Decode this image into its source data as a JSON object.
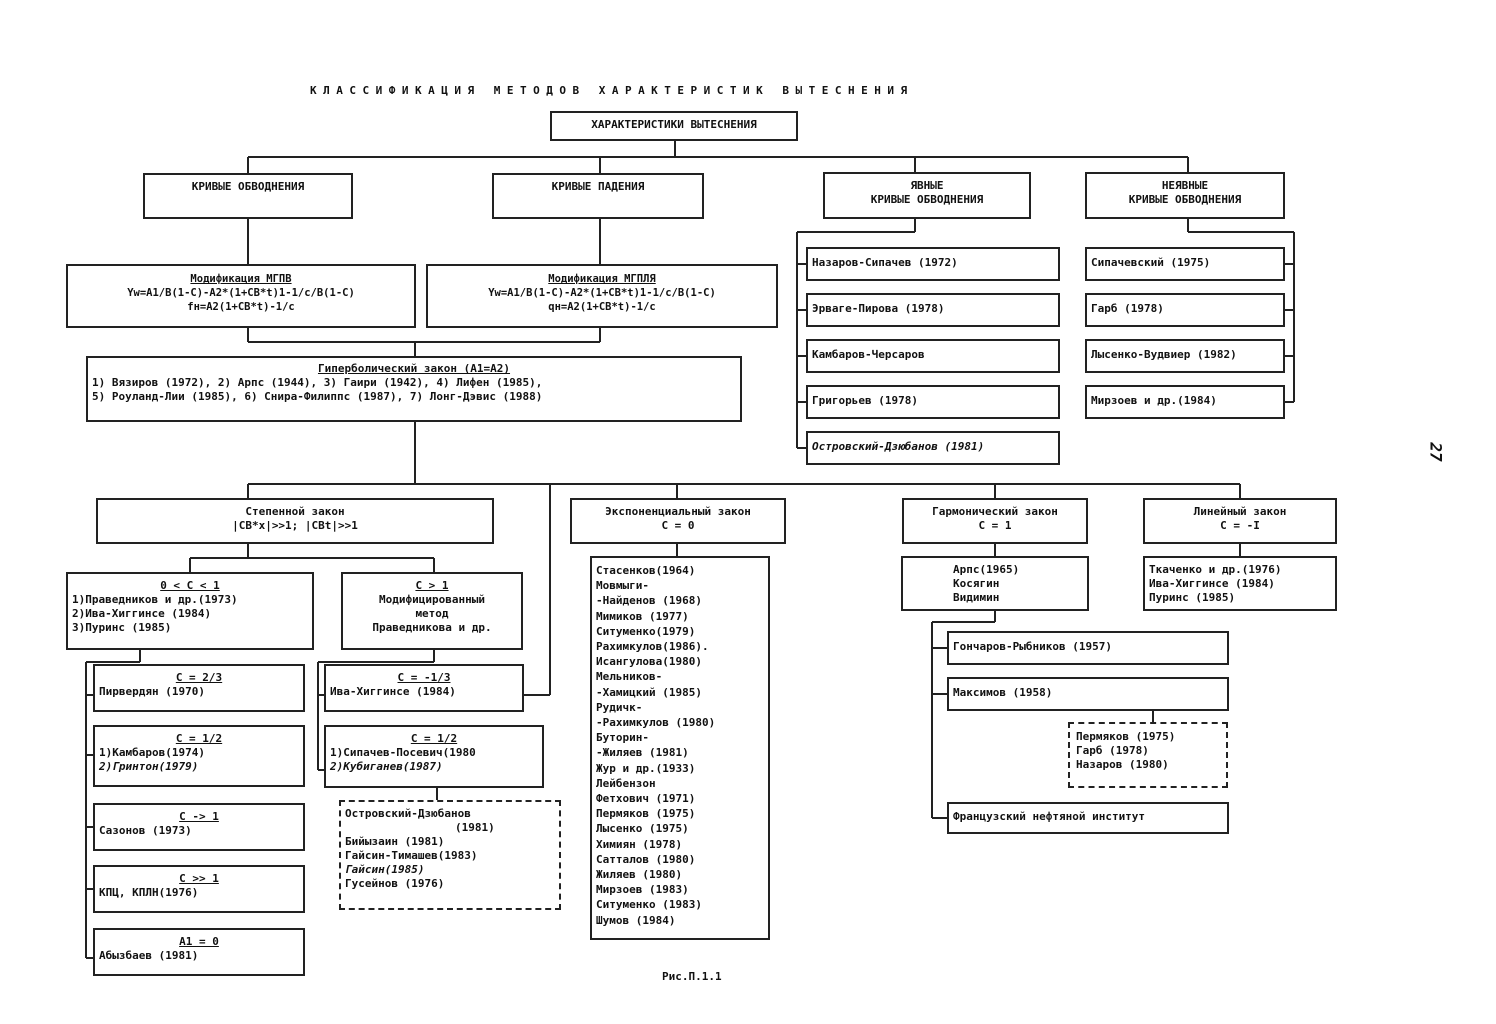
{
  "title": "КЛАССИФИКАЦИЯ МЕТОДОВ ХАРАКТЕРИСТИК ВЫТЕСНЕНИЯ",
  "root": "ХАРАКТЕРИСТИКИ ВЫТЕСНЕНИЯ",
  "page_num": "27",
  "caption": "Рис.П.1.1",
  "level1": {
    "osv": "КРИВЫЕ ОБВОДНЕНИЯ",
    "pad": "КРИВЫЕ ПАДЕНИЯ",
    "yavn": [
      "ЯВНЫЕ",
      "КРИВЫЕ ОБВОДНЕНИЯ"
    ],
    "nejav": [
      "НЕЯВНЫЕ",
      "КРИВЫЕ ОБВОДНЕНИЯ"
    ]
  },
  "mod1": {
    "title": "Модификация МГПВ",
    "lines": [
      "Yw=A1/B(1-C)-A2*(1+CB*t)1-1/c/B(1-C)",
      "fн=A2(1+CB*t)-1/c"
    ]
  },
  "mod2": {
    "title": "Модификация МГПЛЯ",
    "lines": [
      "Yw=A1/B(1-C)-A2*(1+CB*t)1-1/c/B(1-C)",
      "qн=A2(1+CB*t)-1/c"
    ]
  },
  "hyperbolic": {
    "title": "Гиперболический закон (A1=A2)",
    "lines": [
      "1) Вязиров (1972), 2) Арпс (1944), 3) Гаири (1942), 4) Лифен (1985),",
      "5) Роуланд-Лии (1985), 6) Снира-Филиппс (1987), 7) Лонг-Дэвис (1988)"
    ]
  },
  "yavn_list": [
    "Назаров-Сипачев (1972)",
    "Эрваге-Пирова (1978)",
    "Камбаров-Черсаров",
    "Григорьев (1978)",
    "Островский-Дзюбанов (1981)"
  ],
  "nejav_list": [
    "Сипачевский (1975)",
    "Гарб (1978)",
    "Лысенко-Вудвиер (1982)",
    "Мирзоев и др.(1984)"
  ],
  "stepennoy": {
    "title": "Степенной закон",
    "sub": "|CB*x|>>1; |CBt|>>1"
  },
  "exp_law": {
    "title": "Экспоненциальный закон",
    "sub": "C = 0"
  },
  "harm_law": {
    "title": "Гармонический закон",
    "sub": "C = 1"
  },
  "lin_law": {
    "title": "Линейный закон",
    "sub": "C = -I"
  },
  "b0c1": {
    "title": "0 < C < 1",
    "lines": [
      "1)Праведников и др.(1973)",
      "2)Ива-Хиггинсе (1984)",
      "3)Пуринс (1985)"
    ]
  },
  "bc1": {
    "title": "C > 1",
    "lines": [
      "Модифицированный",
      "метод",
      "Праведникова и др."
    ]
  },
  "b23": {
    "title": "C = 2/3",
    "lines": [
      "Пирвердян (1970)"
    ]
  },
  "bm13": {
    "title": "C = -1/3",
    "lines": [
      "Ива-Хиггинсе (1984)"
    ]
  },
  "b12": {
    "title": "C = 1/2",
    "lines": [
      "1)Камбаров(1974)",
      "2)Гринтон(1979)"
    ]
  },
  "b12b": {
    "title": "C = 1/2",
    "lines": [
      "1)Сипачев-Посевич(1980",
      "2)Кубиганев(1987)"
    ]
  },
  "bto1": {
    "title": "C -> 1",
    "lines": [
      "Сазонов (1973)"
    ]
  },
  "bgg1": {
    "title": "C >> 1",
    "lines": [
      "КПЦ, КПЛН(1976)"
    ]
  },
  "ba1": {
    "title": "A1 = 0",
    "lines": [
      "Абызбаев (1981)"
    ]
  },
  "dash_left": {
    "lines": [
      "Островский-Дзюбанов",
      "(1981)",
      "Бийызаин (1981)",
      "Гайсин-Тимашев(1983)",
      "Гайсин(1985)",
      "Гусейнов (1976)"
    ]
  },
  "exp_list": [
    "Стасенков(1964)",
    "Мовмыги-",
    "-Найденов (1968)",
    "Мимиков (1977)",
    "Ситуменко(1979)",
    "Рахимкулов(1986).",
    "Исангулова(1980)",
    "Мельников-",
    "-Хамицкий (1985)",
    "Рудичк-",
    "-Рахимкулов (1980)",
    "Буторин-",
    "-Жиляев (1981)",
    "Жур и др.(1933)",
    "Лейбензон",
    "Фетхович (1971)",
    "Пермяков (1975)",
    "Лысенко (1975)",
    "Химиян (1978)",
    "Сатталов (1980)",
    "Жиляев (1980)",
    "Мирзоев (1983)",
    "Ситуменко (1983)",
    "Шумов (1984)"
  ],
  "harm_box": [
    "Арпс(1965)",
    "Косягин",
    "Видимин"
  ],
  "lin_box": [
    "Ткаченко и др.(1976)",
    "Ива-Хиггинсе (1984)",
    "Пуринс (1985)"
  ],
  "gonch": "Гончаров-Рыбников (1957)",
  "maks": "Максимов (1958)",
  "dash_right": [
    "Пермяков (1975)",
    "Гарб (1978)",
    "Назаров (1980)"
  ],
  "french": "Французский нефтяной институт"
}
